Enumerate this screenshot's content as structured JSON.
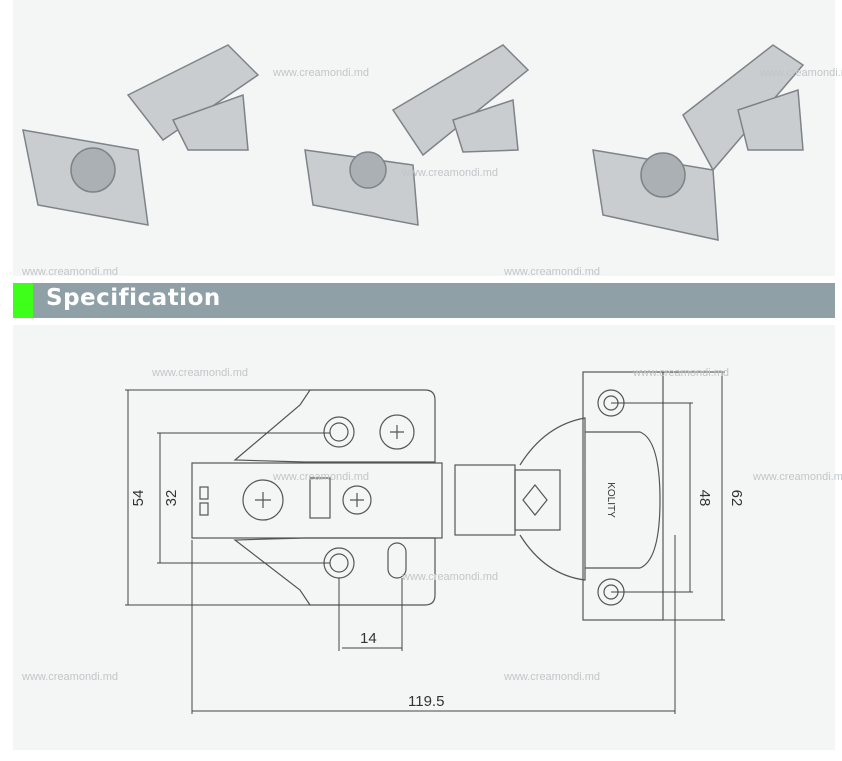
{
  "section": {
    "title": "Specification"
  },
  "watermark": "www.creamondi.md",
  "brand_mark": "KOLITY",
  "dimensions": {
    "total_length": "119.5",
    "outer_height": "54",
    "inner_height": "32",
    "hole_spacing": "14",
    "plate_hole_spacing": "48",
    "plate_height": "62"
  },
  "colors": {
    "accent": "#3dff1a",
    "bar": "#8fa0a6"
  }
}
